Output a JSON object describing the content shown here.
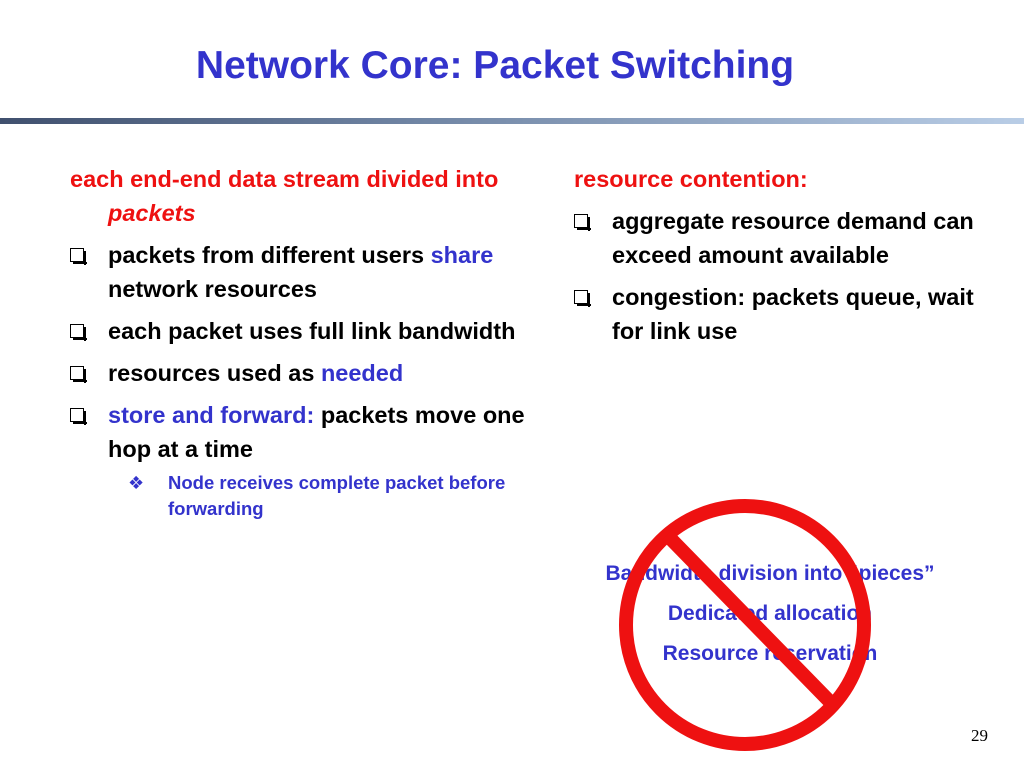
{
  "slide": {
    "title": "Network Core: Packet Switching",
    "page_number": "29"
  },
  "left": {
    "intro_text": "each end-end data stream divided into ",
    "intro_italic": "packets",
    "bullets": [
      {
        "parts": [
          {
            "text": "packets from different users "
          },
          {
            "text": "share",
            "color": "blue"
          },
          {
            "text": " network resources"
          }
        ]
      },
      {
        "parts": [
          {
            "text": "each packet uses full link bandwidth"
          }
        ]
      },
      {
        "parts": [
          {
            "text": "resources used as "
          },
          {
            "text": "needed",
            "color": "blue"
          }
        ]
      },
      {
        "parts": [
          {
            "text": "store and forward:",
            "color": "blue"
          },
          {
            "text": " packets move one hop at a time"
          }
        ]
      }
    ],
    "sub_bullet": "Node receives complete packet before forwarding"
  },
  "right": {
    "heading": "resource contention:",
    "bullets": [
      "aggregate resource demand can exceed amount available",
      "congestion: packets queue, wait for link use"
    ]
  },
  "crossed_out": [
    "Bandwidth division into “pieces”",
    "Dedicated allocation",
    "Resource reservation"
  ],
  "colors": {
    "title_blue": "#3333cc",
    "accent_red": "#ee1111",
    "no_sign_red": "#ee1111"
  }
}
